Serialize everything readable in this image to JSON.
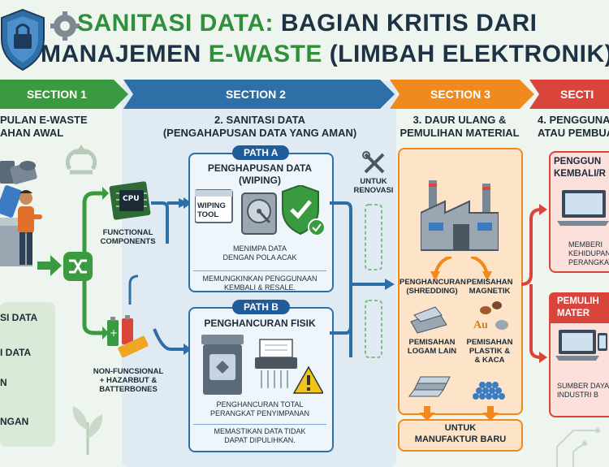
{
  "title": {
    "line1_green": "SANITASI DATA:",
    "line1_dark": " BAGIAN KRITIS DARI",
    "line2_dark1": "MANAJEMEN ",
    "line2_green": "E-WASTE",
    "line2_dark2": " (LIMBAH ELEKTRONIK)"
  },
  "sections": {
    "s1": "SECTION 1",
    "s2": "SECTION 2",
    "s3": "SECTION 3",
    "s4": "SECTI"
  },
  "section1": {
    "heading_l1": "PULAN E-WASTE",
    "heading_l2": "AHAN AWAL",
    "list": [
      "SI DATA",
      "I DATA",
      "N",
      "",
      "NGAN"
    ]
  },
  "section2": {
    "heading_l1": "2. SANITASI DATA",
    "heading_l2": "(PENGAHAPUSAN DATA YANG AMAN)",
    "functional": "FUNCTIONAL\nCOMPONENTS",
    "functional_l1": "FUNCTIONAL",
    "functional_l2": "COMPONENTS",
    "cpu": "CPU",
    "nonfunc_l1": "NON-FUNCSIONAL",
    "nonfunc_l2": "+ HAZARBUT &",
    "nonfunc_l3": "BATTERBONES",
    "pathA": {
      "tag": "PATH A",
      "title_l1": "PENGHAPUSAN DATA",
      "title_l2": "(WIPING)",
      "tool_l1": "WIPING",
      "tool_l2": "TOOL",
      "desc_l1": "MENIMPA DATA",
      "desc_l2": "DENGAN POLA ACAK",
      "note": "MEMUNGKINKAN PENGGUNAAN KEMBALI & RESALE."
    },
    "pathB": {
      "tag": "PATH B",
      "title": "PENGHANCURAN FISIK",
      "desc_l1": "PENGHANCURAN TOTAL",
      "desc_l2": "PERANGKAT PENYIMPANAN",
      "note_l1": "MEMASTIKAN DATA TIDAK",
      "note_l2": "DAPAT DIPULIHKAN."
    },
    "renov_l1": "UNTUK",
    "renov_l2": "RENOVASI"
  },
  "section3": {
    "heading_l1": "3. DAUR ULANG &",
    "heading_l2": "PEMULIHAN MATERIAL",
    "shred_l1": "PENGHANCURAN",
    "shred_l2": "(SHREDDING)",
    "magnet_l1": "PEMISAHAN",
    "magnet_l2": "MAGNETIK",
    "au": "Au",
    "metal_l1": "PEMISAHAN",
    "metal_l2": "LOGAM LAIN",
    "plastic_l1": "PEMISAHAN",
    "plastic_l2": "PLASTIK &",
    "plastic_l3": "& KACA",
    "footer_l1": "UNTUK",
    "footer_l2": "MANUFAKTUR BARU"
  },
  "section4": {
    "heading_l1": "4. PENGGUNA",
    "heading_l2": "ATAU PEMBUA",
    "box1_l1": "PENGGUN",
    "box1_l2": "KEMBALI/R",
    "box1_desc_l1": "MEMBERI",
    "box1_desc_l2": "KEHIDUPAN KED",
    "box1_desc_l3": "PERANGKAT",
    "box2_l1": "PEMULIH",
    "box2_l2": "MATER",
    "box2_desc_l1": "SUMBER DAYA",
    "box2_desc_l2": "INDUSTRI B"
  },
  "colors": {
    "green": "#3a9a3f",
    "blue": "#2f6fa8",
    "orange": "#f08a1e",
    "red": "#d9453b"
  }
}
